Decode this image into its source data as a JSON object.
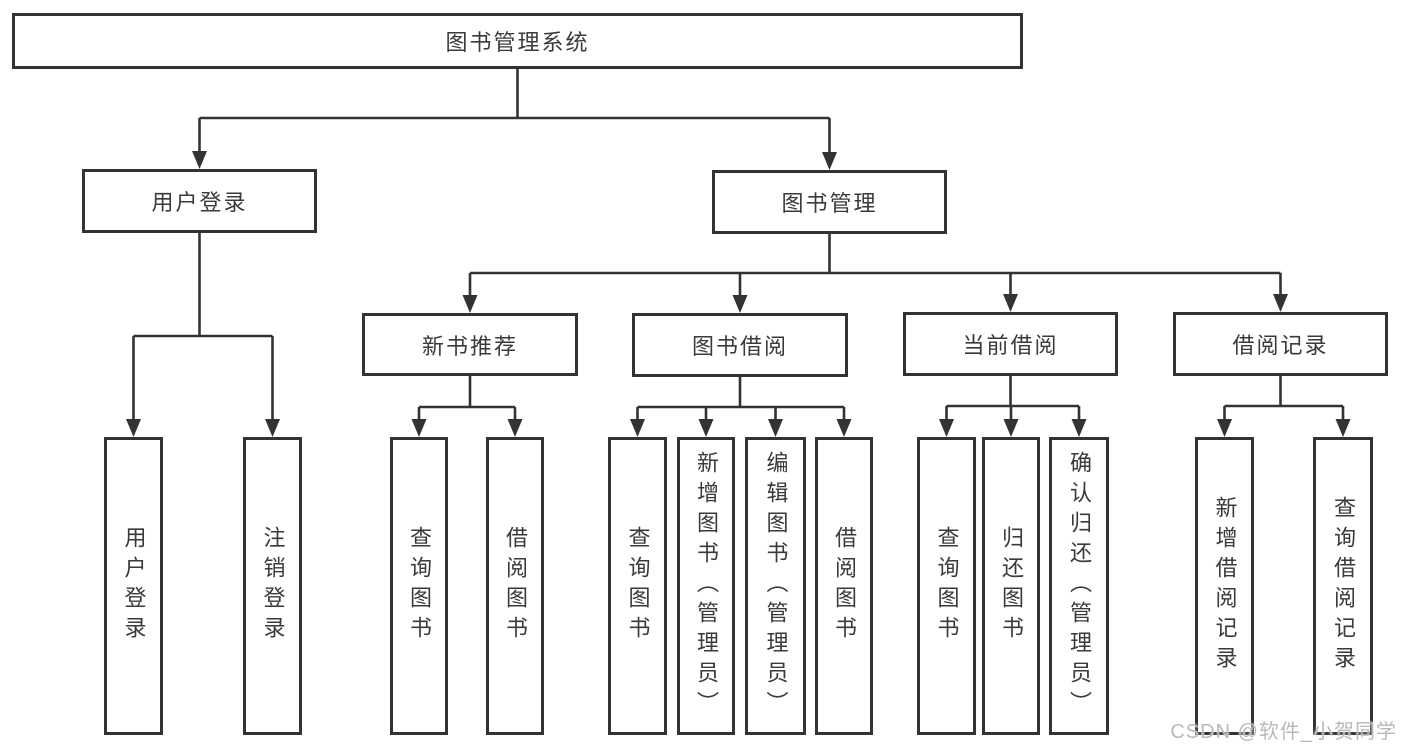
{
  "diagram": {
    "root_label": "图书管理系统",
    "level2": {
      "user_login": "用户登录",
      "book_management": "图书管理"
    },
    "level3": {
      "new_book_recommend": "新书推荐",
      "book_borrow": "图书借阅",
      "current_borrow": "当前借阅",
      "borrow_record": "借阅记录"
    },
    "leaves": {
      "user_login": [
        "用户登录",
        "注销登录"
      ],
      "new_book_recommend": [
        "查询图书",
        "借阅图书"
      ],
      "book_borrow": [
        "查询图书",
        "新增图书（管理员）",
        "编辑图书（管理员）",
        "借阅图书"
      ],
      "current_borrow": [
        "查询图书",
        "归还图书",
        "确认归还（管理员）"
      ],
      "borrow_record": [
        "新增借阅记录",
        "查询借阅记录"
      ]
    },
    "colors": {
      "line": "#333333",
      "text": "#3a3a3a",
      "background": "#ffffff"
    }
  },
  "watermark": {
    "text": "CSDN @软件_小贺同学"
  }
}
